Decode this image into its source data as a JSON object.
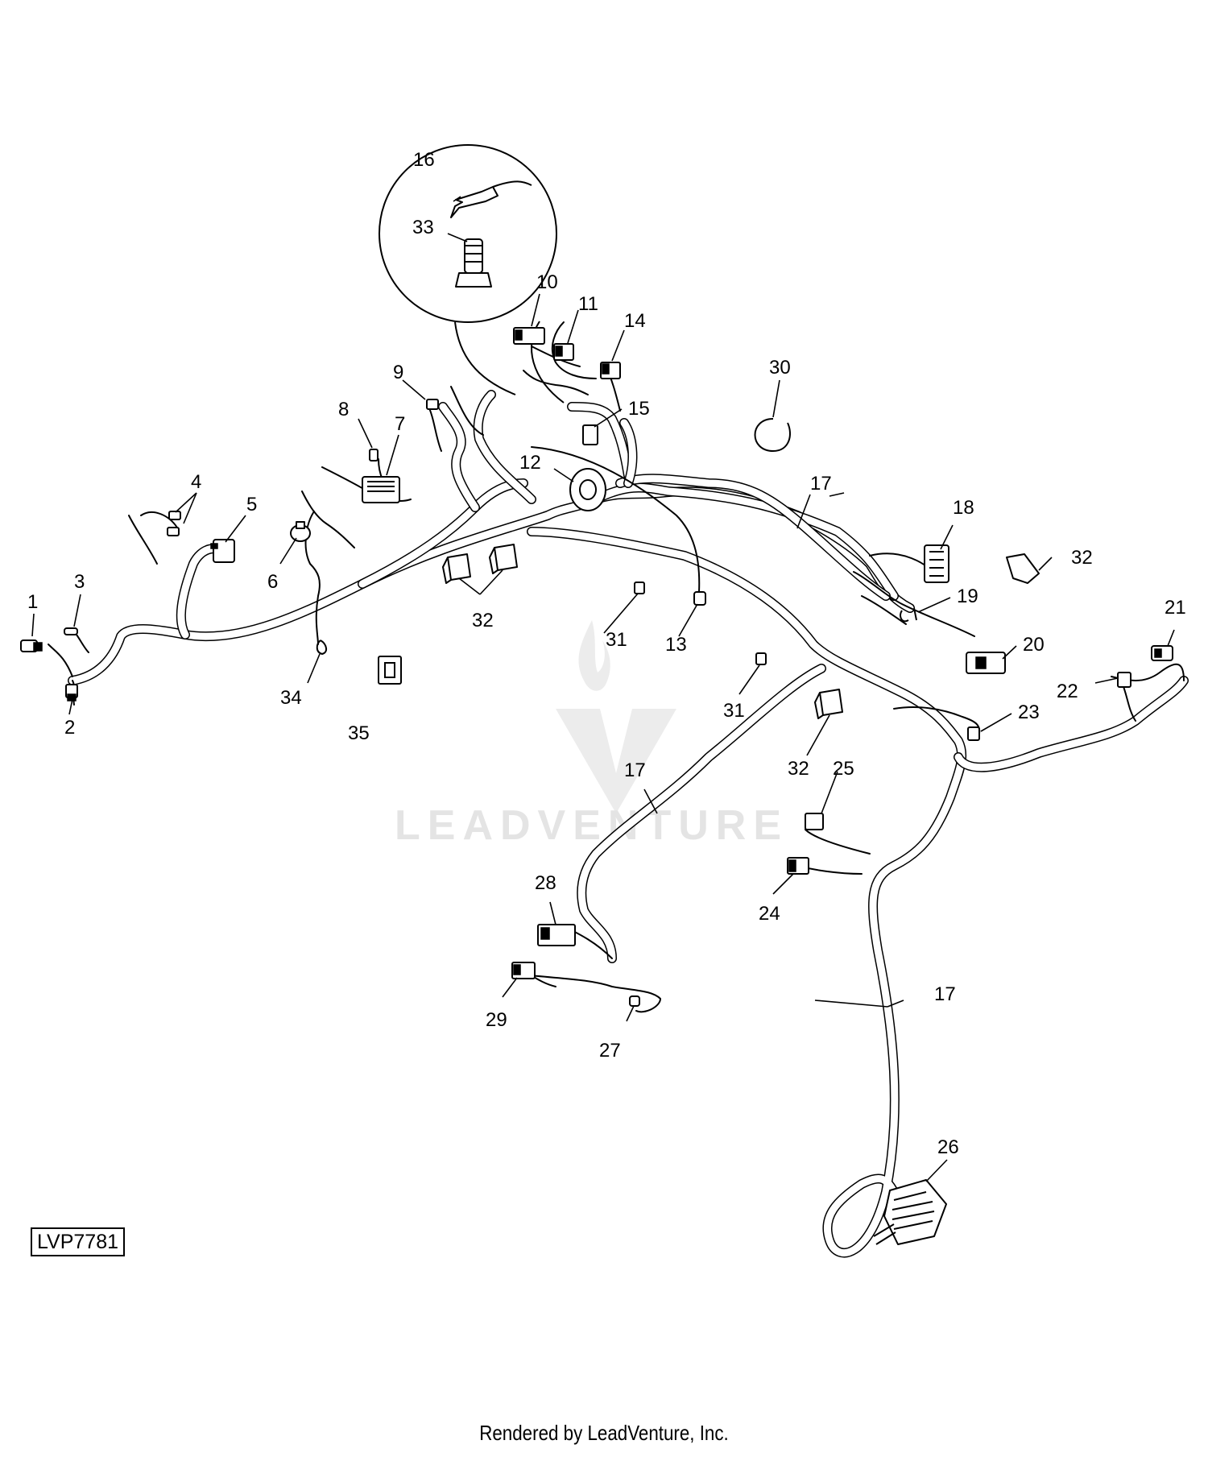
{
  "diagram": {
    "figure_id": "LVP7781",
    "footer": "Rendered by LeadVenture, Inc.",
    "watermark": "LEADVENTURE",
    "callouts": [
      {
        "id": "c1",
        "label": "1"
      },
      {
        "id": "c2",
        "label": "2"
      },
      {
        "id": "c3",
        "label": "3"
      },
      {
        "id": "c4",
        "label": "4"
      },
      {
        "id": "c5",
        "label": "5"
      },
      {
        "id": "c6",
        "label": "6"
      },
      {
        "id": "c7",
        "label": "7"
      },
      {
        "id": "c8",
        "label": "8"
      },
      {
        "id": "c9",
        "label": "9"
      },
      {
        "id": "c10",
        "label": "10"
      },
      {
        "id": "c11",
        "label": "11"
      },
      {
        "id": "c12",
        "label": "12"
      },
      {
        "id": "c13",
        "label": "13"
      },
      {
        "id": "c14",
        "label": "14"
      },
      {
        "id": "c15",
        "label": "15"
      },
      {
        "id": "c16",
        "label": "16"
      },
      {
        "id": "c17a",
        "label": "17"
      },
      {
        "id": "c17b",
        "label": "17"
      },
      {
        "id": "c17c",
        "label": "17"
      },
      {
        "id": "c18",
        "label": "18"
      },
      {
        "id": "c19",
        "label": "19"
      },
      {
        "id": "c20",
        "label": "20"
      },
      {
        "id": "c21",
        "label": "21"
      },
      {
        "id": "c22",
        "label": "22"
      },
      {
        "id": "c23",
        "label": "23"
      },
      {
        "id": "c24",
        "label": "24"
      },
      {
        "id": "c25",
        "label": "25"
      },
      {
        "id": "c26",
        "label": "26"
      },
      {
        "id": "c27",
        "label": "27"
      },
      {
        "id": "c28",
        "label": "28"
      },
      {
        "id": "c29",
        "label": "29"
      },
      {
        "id": "c30",
        "label": "30"
      },
      {
        "id": "c31a",
        "label": "31"
      },
      {
        "id": "c31b",
        "label": "31"
      },
      {
        "id": "c32a",
        "label": "32"
      },
      {
        "id": "c32b",
        "label": "32"
      },
      {
        "id": "c32c",
        "label": "32"
      },
      {
        "id": "c33",
        "label": "33"
      },
      {
        "id": "c34",
        "label": "34"
      },
      {
        "id": "c35",
        "label": "35"
      }
    ]
  }
}
